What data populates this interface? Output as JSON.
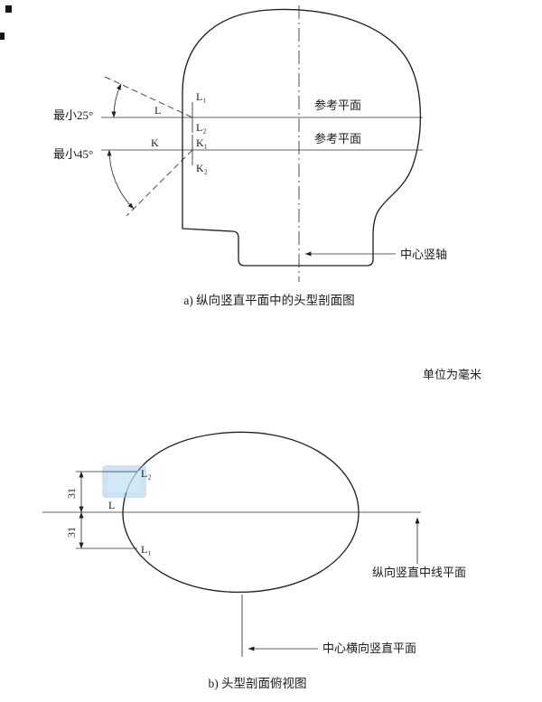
{
  "page": {
    "units_note": "单位为毫米"
  },
  "figure_a": {
    "caption": "a) 纵向竖直平面中的头型剖面图",
    "labels": {
      "min_25": "最小25°",
      "min_45": "最小45°",
      "l1": "L₁",
      "l": "L",
      "l2": "L₂",
      "k": "K",
      "k1": "K₁",
      "k2": "K₂",
      "ref_plane_upper": "参考平面",
      "ref_plane_lower": "参考平面",
      "central_vertical_axis": "中心竖轴"
    }
  },
  "figure_b": {
    "caption": "b) 头型剖面俯视图",
    "labels": {
      "l2": "L₂",
      "l": "L",
      "l1": "L₁",
      "dim_upper_mm": "31",
      "dim_lower_mm": "31",
      "longitudinal_midline_plane": "纵向竖直中线平面",
      "central_transverse_plane": "中心横向竖直平面"
    }
  },
  "colors": {
    "ink": "#1b1b1b",
    "line": "#2f2f2f",
    "watermark": "#8fc0e8",
    "background": "#ffffff"
  }
}
